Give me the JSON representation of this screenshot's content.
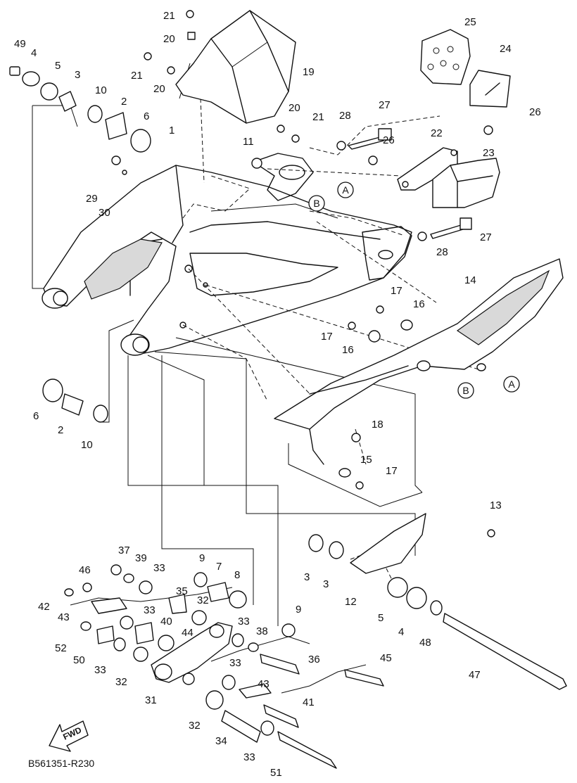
{
  "diagram": {
    "drawing_code": "B561351-R230",
    "fwd_label": "FWD",
    "reference_markers": [
      "A",
      "B"
    ],
    "callouts": [
      "1",
      "2",
      "3",
      "4",
      "5",
      "6",
      "7",
      "8",
      "9",
      "10",
      "11",
      "12",
      "13",
      "14",
      "15",
      "16",
      "17",
      "18",
      "19",
      "20",
      "21",
      "22",
      "23",
      "24",
      "25",
      "26",
      "27",
      "28",
      "29",
      "30",
      "31",
      "32",
      "33",
      "34",
      "35",
      "36",
      "37",
      "38",
      "39",
      "40",
      "41",
      "42",
      "43",
      "44",
      "45",
      "46",
      "47",
      "48",
      "49",
      "50",
      "51",
      "52"
    ]
  }
}
